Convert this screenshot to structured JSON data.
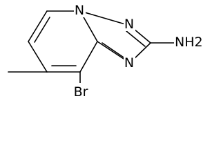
{
  "atoms": {
    "bridge_n": "N",
    "triazole_n_top": "N",
    "triazole_n_bottom": "N",
    "amine": "NH2",
    "bromine": "Br"
  },
  "colors": {
    "bond": "#000000",
    "background": "#ffffff"
  }
}
